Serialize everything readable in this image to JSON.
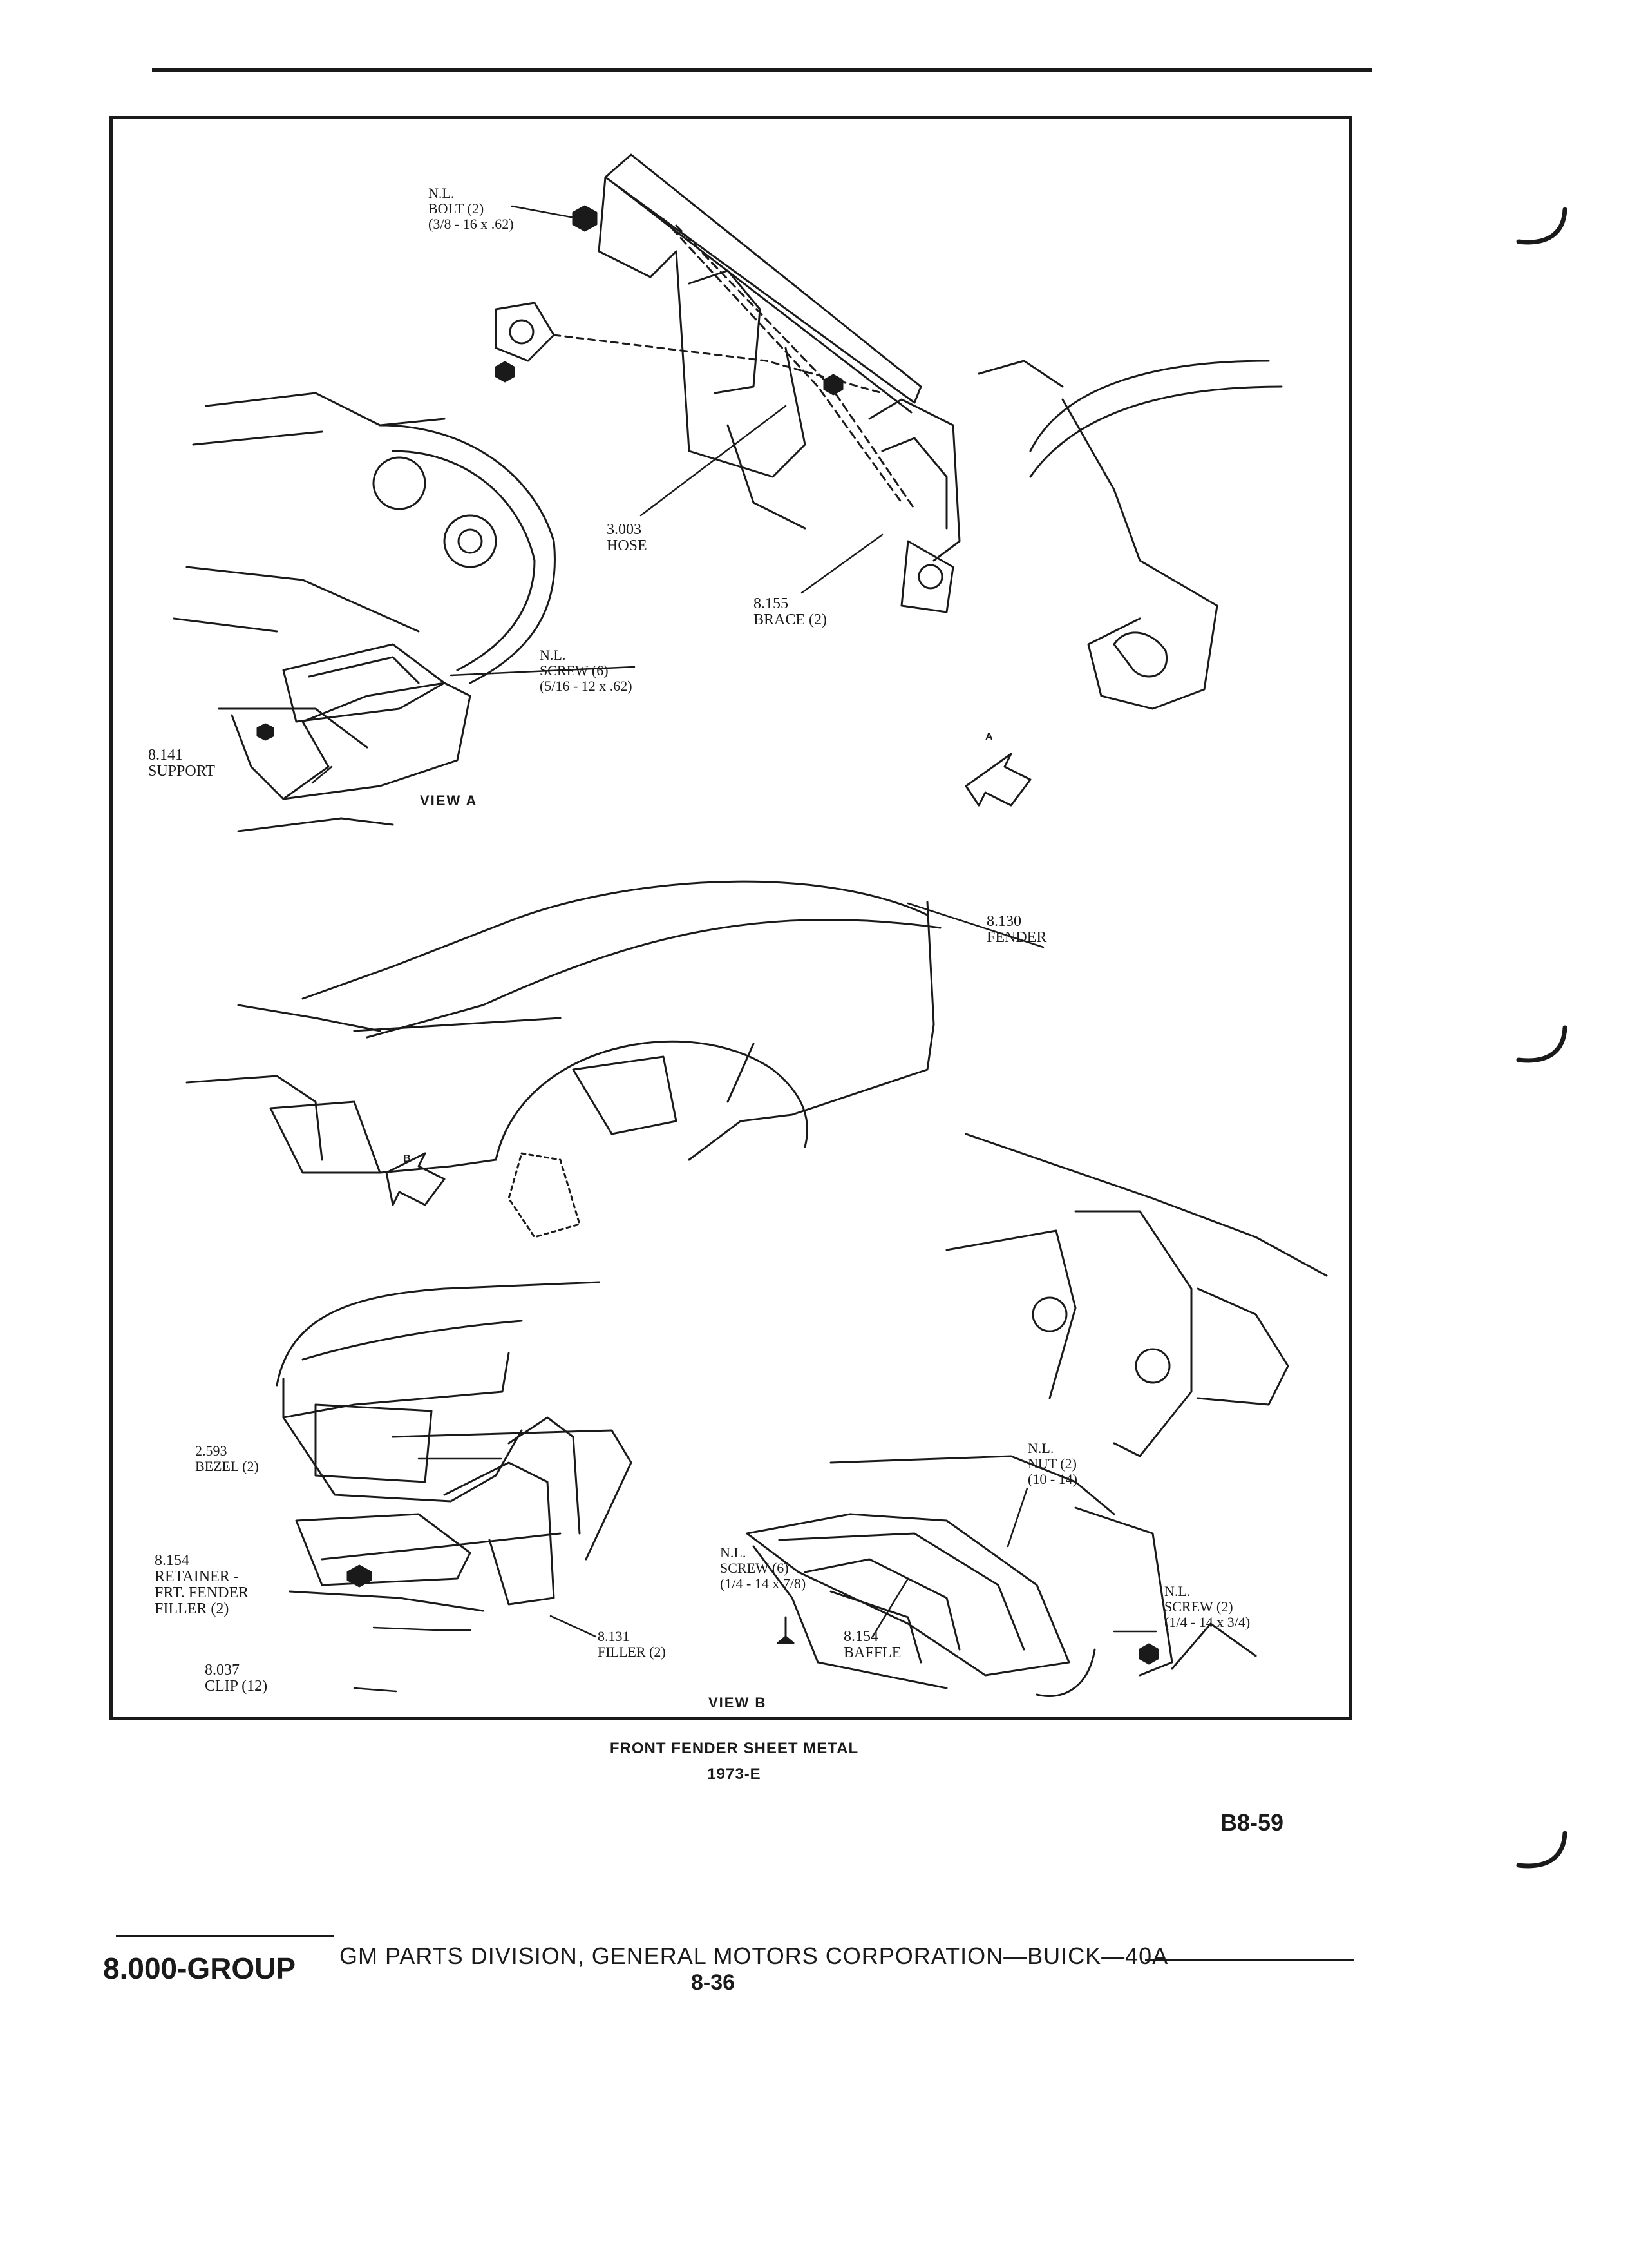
{
  "diagram": {
    "callouts": {
      "bolt": "N.L.\nBOLT (2)\n(3/8 - 16 x .62)",
      "hose": "3.003\nHOSE",
      "brace": "8.155\nBRACE (2)",
      "screw_view_a": "N.L.\nSCREW (6)\n(5/16 - 12 x .62)",
      "support": "8.141\nSUPPORT",
      "fender": "8.130\nFENDER",
      "bezel": "2.593\nBEZEL (2)",
      "retainer": "8.154\nRETAINER -\nFRT. FENDER\nFILLER (2)",
      "filler": "8.131\nFILLER (2)",
      "clip": "8.037\nCLIP (12)",
      "nut": "N.L.\nNUT (2)\n(10 - 14)",
      "screw_baffle": "N.L.\nSCREW (6)\n(1/4 - 14 x 7/8)",
      "baffle": "8.154\nBAFFLE",
      "screw_view_b": "N.L.\nSCREW (2)\n(1/4 - 14 x 3/4)"
    },
    "view_a_label": "VIEW A",
    "view_b_label": "VIEW B",
    "arrow_a": "A",
    "arrow_b": "B"
  },
  "caption": {
    "title": "FRONT FENDER SHEET METAL",
    "subtitle": "1973-E"
  },
  "page_ref": "B8-59",
  "footer": {
    "group": "8.000-GROUP",
    "title": "GM PARTS DIVISION, GENERAL MOTORS CORPORATION—BUICK—40A",
    "page": "8-36"
  }
}
